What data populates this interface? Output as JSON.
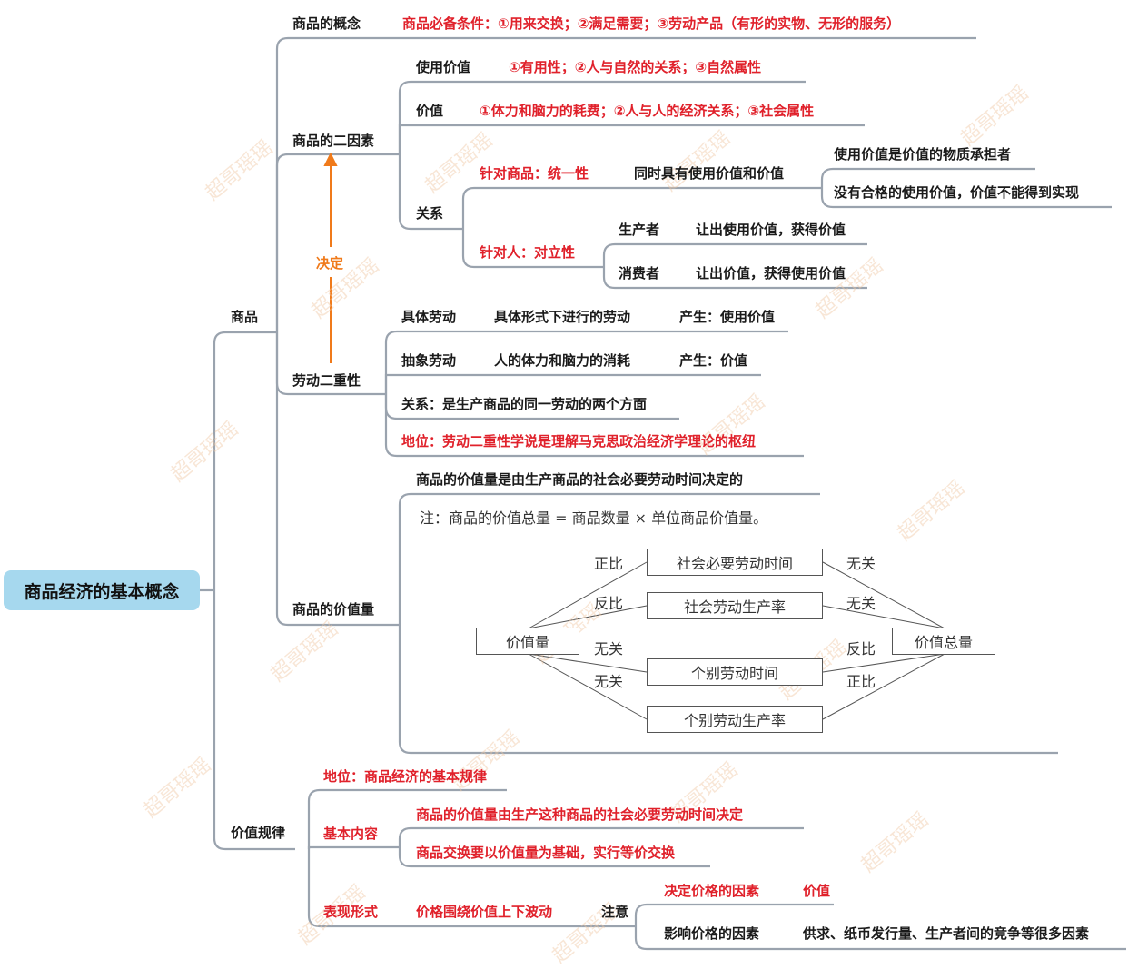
{
  "root": "商品经济的基本概念",
  "commodity": {
    "label": "商品",
    "concept": {
      "label": "商品的概念",
      "detail": "商品必备条件：①用来交换；②满足需要；③劳动产品（有形的实物、无形的服务）"
    },
    "two_factors": {
      "label": "商品的二因素",
      "use_value": {
        "label": "使用价值",
        "detail": "①有用性；②人与自然的关系；③自然属性"
      },
      "value": {
        "label": "价值",
        "detail": "①体力和脑力的耗费；②人与人的经济关系；③社会属性"
      },
      "relation": {
        "label": "关系",
        "unity": {
          "label": "针对商品：统一性",
          "detail": "同时具有使用价值和价值",
          "sub": [
            "使用价值是价值的物质承担者",
            "没有合格的使用价值，价值不能得到实现"
          ]
        },
        "opposition": {
          "label": "针对人：对立性",
          "producer": {
            "label": "生产者",
            "detail": "让出使用价值，获得价值"
          },
          "consumer": {
            "label": "消费者",
            "detail": "让出价值，获得使用价值"
          }
        }
      }
    },
    "decides_label": "决定",
    "dual_labor": {
      "label": "劳动二重性",
      "concrete": {
        "label": "具体劳动",
        "desc": "具体形式下进行的劳动",
        "produces": "产生：使用价值"
      },
      "abstract": {
        "label": "抽象劳动",
        "desc": "人的体力和脑力的消耗",
        "produces": "产生：价值"
      },
      "relation": "关系：是生产商品的同一劳动的两个方面",
      "status": "地位：劳动二重性学说是理解马克思政治经济学理论的枢纽"
    },
    "value_quantity": {
      "label": "商品的价值量",
      "statement": "商品的价值量是由生产商品的社会必要劳动时间决定的",
      "note": "注：商品的价值总量 = 商品数量 × 单位商品价值量。",
      "diagram": {
        "left": "价值量",
        "right": "价值总量",
        "middle": [
          "社会必要劳动时间",
          "社会劳动生产率",
          "个别劳动时间",
          "个别劳动生产率"
        ],
        "left_rel": [
          "正比",
          "反比",
          "无关",
          "无关"
        ],
        "right_rel": [
          "无关",
          "无关",
          "反比",
          "正比"
        ]
      }
    }
  },
  "law_of_value": {
    "label": "价值规律",
    "status": "地位：商品经济的基本规律",
    "content": {
      "label": "基本内容",
      "items": [
        "商品的价值量由生产这种商品的社会必要劳动时间决定",
        "商品交换要以价值量为基础，实行等价交换"
      ]
    },
    "form": {
      "label": "表现形式",
      "detail": "价格围绕价值上下波动",
      "note": {
        "label": "注意",
        "determine": {
          "label": "决定价格的因素",
          "value": "价值"
        },
        "affect": {
          "label": "影响价格的因素",
          "value": "供求、纸币发行量、生产者间的竞争等很多因素"
        }
      }
    }
  },
  "watermark": "超哥瑶瑶",
  "colors": {
    "line": "#9aa3ae",
    "red": "#e0212b",
    "orange": "#f07a1a",
    "root_fill": "#a6d8ee"
  }
}
